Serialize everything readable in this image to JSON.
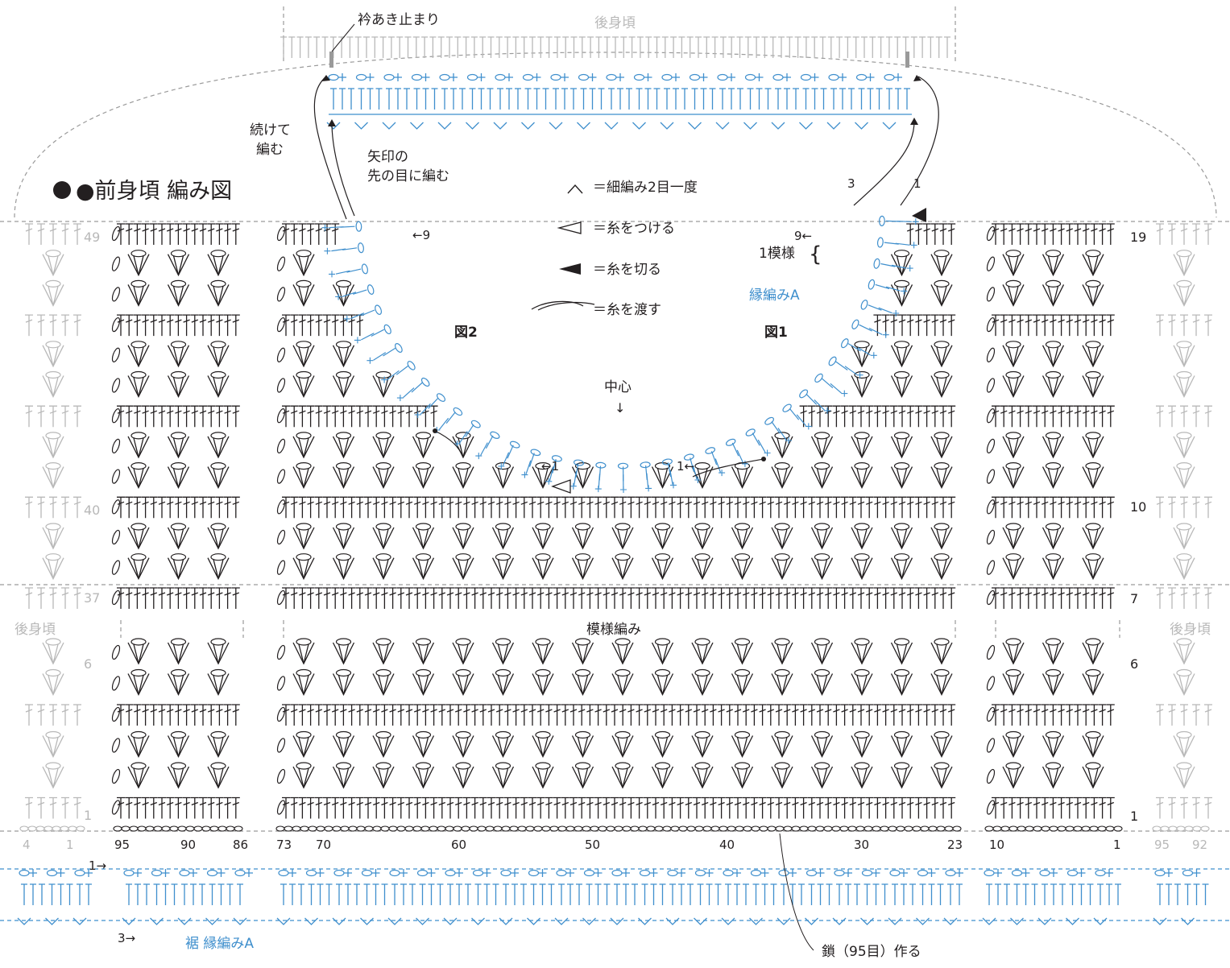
{
  "title": "●前身頃 編み図",
  "labels": {
    "neck_stop": "衿あき止まり",
    "back_top": "後身頃",
    "back_left": "後身頃",
    "back_right": "後身頃",
    "continue_1": "続けて",
    "continue_2": "編む",
    "arrow_note_1": "矢印の",
    "arrow_note_2": "先の目に編む",
    "fig1": "図1",
    "fig2": "図2",
    "center": "中心",
    "pattern_name": "模様編み",
    "edging_a": "縁編みA",
    "hem_edging": "裾 縁編みA",
    "chain_note": "鎖（95目）作る",
    "one_repeat": "1模様"
  },
  "legend": [
    {
      "symbol": "∧",
      "text": "＝細編み2目一度"
    },
    {
      "symbol": "◁",
      "text": "＝糸をつける"
    },
    {
      "symbol": "◀",
      "text": "＝糸を切る"
    },
    {
      "symbol": "⌒",
      "text": "＝糸を渡す"
    }
  ],
  "row_numbers": {
    "left": [
      "49",
      "40",
      "37",
      "6",
      "1"
    ],
    "right": [
      "19",
      "10",
      "7",
      "6",
      "1"
    ],
    "neck_right": [
      "3",
      "1",
      "9←"
    ],
    "neck_left": [
      "←9"
    ],
    "neck_start_left": "←1",
    "neck_start_right": "1←",
    "hem_left_start": "1→",
    "hem_left_end": "3→"
  },
  "stitch_numbers": [
    "4",
    "1",
    "95",
    "90",
    "86",
    "73",
    "70",
    "60",
    "50",
    "40",
    "30",
    "23",
    "10",
    "1",
    "95",
    "92"
  ],
  "colors": {
    "stitch": "#231f20",
    "edging": "#3f8fcd",
    "faded": "#b8b8b8",
    "guide": "#9a9a9a"
  }
}
